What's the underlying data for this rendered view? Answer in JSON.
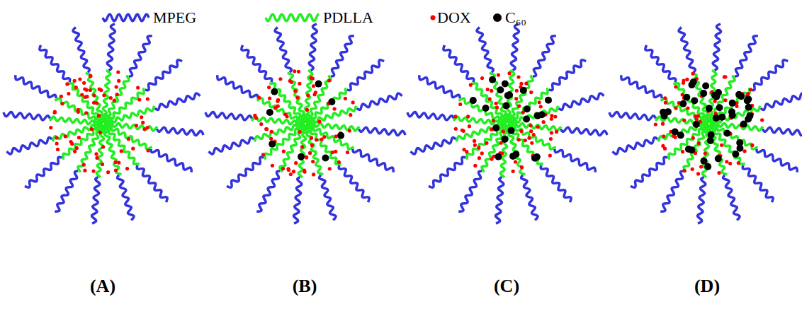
{
  "diagram": {
    "labels": [
      "(A)",
      "(B)",
      "(C)",
      "(D)"
    ],
    "legend": [
      {
        "text": "MPEG"
      },
      {
        "text": "PDLLA"
      },
      {
        "text": "DOX",
        "color": "#ff0000"
      },
      {
        "text": "C₆₀",
        "color": "#000000"
      }
    ]
  }
}
